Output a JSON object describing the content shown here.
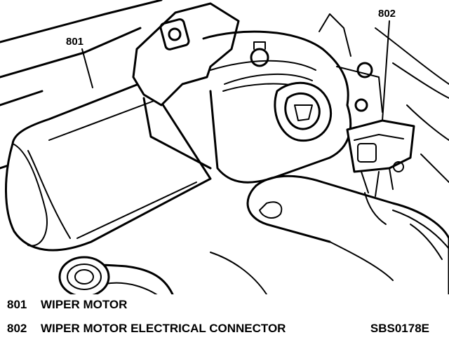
{
  "callouts": {
    "motor": "801",
    "connector": "802"
  },
  "legend": [
    {
      "number": "801",
      "text": "WIPER MOTOR"
    },
    {
      "number": "802",
      "text": "WIPER MOTOR ELECTRICAL CONNECTOR"
    }
  ],
  "figure_code": "SBS0178E"
}
